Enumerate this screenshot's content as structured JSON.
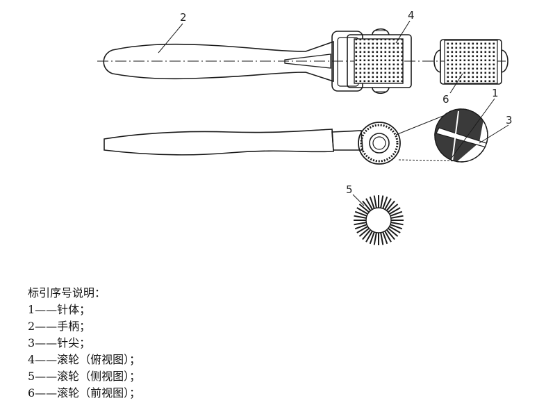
{
  "labels": {
    "n1": "1",
    "n2": "2",
    "n3": "3",
    "n4": "4",
    "n5": "5",
    "n6": "6"
  },
  "legend": {
    "title": "标引序号说明：",
    "items": [
      "1——针体；",
      "2——手柄；",
      "3——针尖；",
      "4——滚轮（俯视图）；",
      "5——滚轮（侧视图）；",
      "6——滚轮（前视图）；"
    ]
  },
  "colors": {
    "stroke": "#1a1a1a",
    "fill_dark": "#333333",
    "background": "#ffffff"
  }
}
